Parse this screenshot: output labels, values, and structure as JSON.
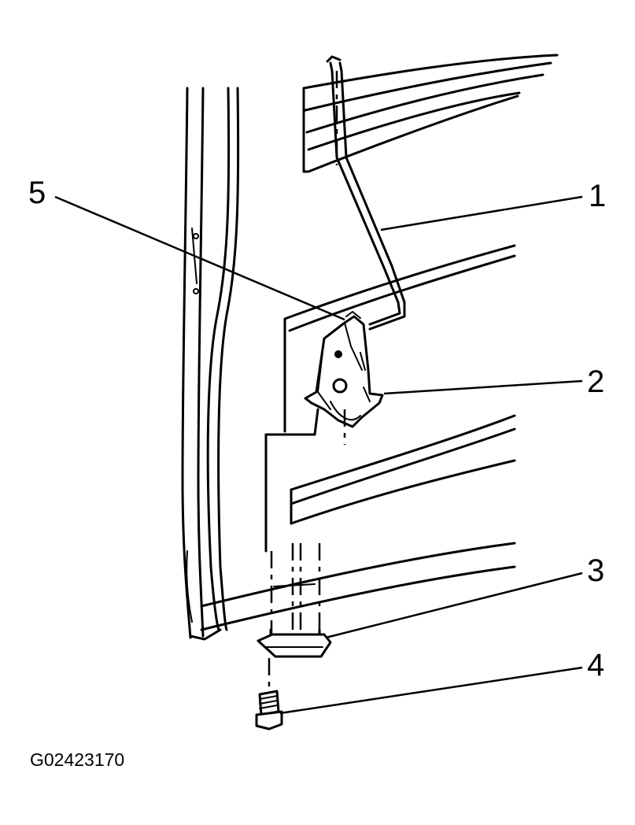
{
  "diagram": {
    "figure_id": "G02423170",
    "callouts": [
      "1",
      "2",
      "3",
      "4",
      "5"
    ]
  }
}
